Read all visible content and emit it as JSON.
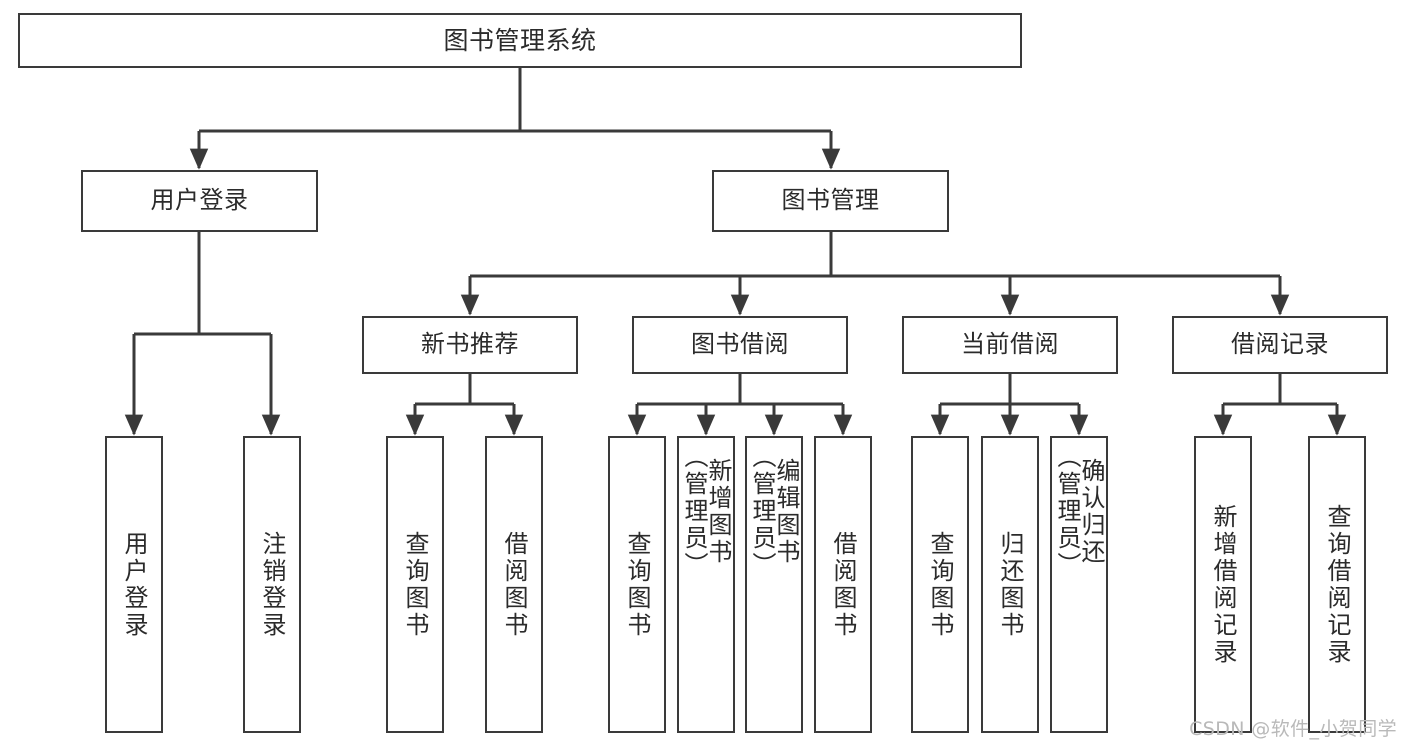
{
  "diagram": {
    "title": "图书管理系统",
    "type": "tree-hierarchy-chart",
    "watermark": "CSDN @软件_小贺同学",
    "colors": {
      "box_border": "#3a3a3a",
      "box_fill": "#ffffff",
      "connector": "#3a3a3a",
      "text": "#2b2b2b",
      "watermark": "#b9b9b9",
      "background": "#ffffff"
    },
    "levels": {
      "root": "图书管理系统",
      "level2": [
        "用户登录",
        "图书管理"
      ],
      "level3": [
        "新书推荐",
        "图书借阅",
        "当前借阅",
        "借阅记录"
      ],
      "level4": [
        "用户登录",
        "注销登录",
        "查询图书",
        "借阅图书",
        "查询图书",
        "新增图书（管理员）",
        "编辑图书（管理员）",
        "借阅图书",
        "查询图书",
        "归还图书",
        "确认归还（管理员）",
        "新增借阅记录",
        "查询借阅记录"
      ]
    },
    "nodes": {
      "root": {
        "label": "图书管理系统"
      },
      "user_login": {
        "label": "用户登录"
      },
      "book_manage": {
        "label": "图书管理"
      },
      "new_book_rec": {
        "label": "新书推荐"
      },
      "book_borrow": {
        "label": "图书借阅"
      },
      "current_borrow": {
        "label": "当前借阅"
      },
      "borrow_record": {
        "label": "借阅记录"
      },
      "leaf_user_login": {
        "label": "用户登录"
      },
      "leaf_logout": {
        "label": "注销登录"
      },
      "leaf_query_book_rec": {
        "label": "查询图书"
      },
      "leaf_borrow_book_rec": {
        "label": "借阅图书"
      },
      "leaf_query_book_bb": {
        "label": "查询图书"
      },
      "leaf_add_book": {
        "label": "新增图书\n（管理员）"
      },
      "leaf_edit_book": {
        "label": "编辑图书\n（管理员）"
      },
      "leaf_borrow_book_bb": {
        "label": "借阅图书"
      },
      "leaf_query_book_cb": {
        "label": "查询图书"
      },
      "leaf_return_book": {
        "label": "归还图书"
      },
      "leaf_confirm_return": {
        "label": "确认归还\n（管理员）"
      },
      "leaf_add_record": {
        "label": "新增借阅记录"
      },
      "leaf_query_record": {
        "label": "查询借阅记录"
      }
    },
    "edges": [
      {
        "from": "root",
        "to": "user_login"
      },
      {
        "from": "root",
        "to": "book_manage"
      },
      {
        "from": "book_manage",
        "to": "new_book_rec"
      },
      {
        "from": "book_manage",
        "to": "book_borrow"
      },
      {
        "from": "book_manage",
        "to": "current_borrow"
      },
      {
        "from": "book_manage",
        "to": "borrow_record"
      },
      {
        "from": "user_login",
        "to": "leaf_user_login"
      },
      {
        "from": "user_login",
        "to": "leaf_logout"
      },
      {
        "from": "new_book_rec",
        "to": "leaf_query_book_rec"
      },
      {
        "from": "new_book_rec",
        "to": "leaf_borrow_book_rec"
      },
      {
        "from": "book_borrow",
        "to": "leaf_query_book_bb"
      },
      {
        "from": "book_borrow",
        "to": "leaf_add_book"
      },
      {
        "from": "book_borrow",
        "to": "leaf_edit_book"
      },
      {
        "from": "book_borrow",
        "to": "leaf_borrow_book_bb"
      },
      {
        "from": "current_borrow",
        "to": "leaf_query_book_cb"
      },
      {
        "from": "current_borrow",
        "to": "leaf_return_book"
      },
      {
        "from": "current_borrow",
        "to": "leaf_confirm_return"
      },
      {
        "from": "borrow_record",
        "to": "leaf_add_record"
      },
      {
        "from": "borrow_record",
        "to": "leaf_query_record"
      }
    ]
  }
}
